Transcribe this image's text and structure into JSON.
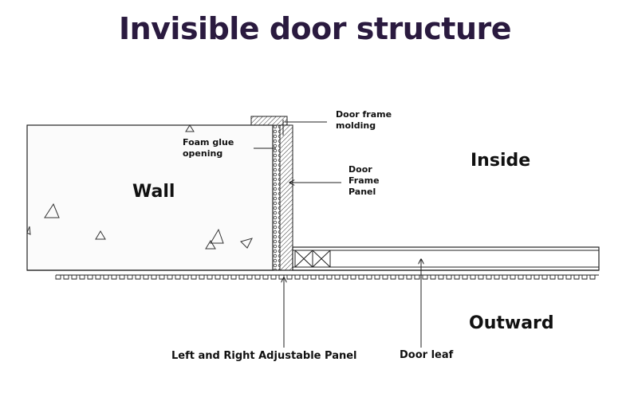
{
  "title": "Invisible door structure",
  "labels": {
    "door_frame_molding": [
      "Door frame",
      "molding"
    ],
    "foam_glue_opening": [
      "Foam glue",
      "opening"
    ],
    "door_frame_panel": [
      "Door",
      "Frame",
      "Panel"
    ],
    "wall": "Wall",
    "inside": "Inside",
    "outward": "Outward",
    "adjustable_panel": "Left and Right Adjustable Panel",
    "door_leaf": "Door leaf"
  },
  "colors": {
    "title": "#2a1a3f",
    "line": "#222222"
  }
}
